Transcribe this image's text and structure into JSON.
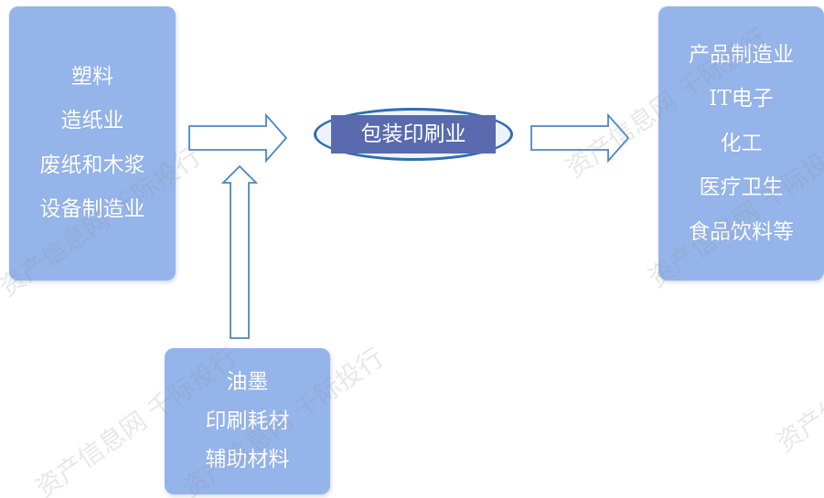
{
  "diagram": {
    "left_box": [
      "塑料",
      "造纸业",
      "废纸和木浆",
      "设备制造业"
    ],
    "center_label": "包装印刷业",
    "bottom_box": [
      "油墨",
      "印刷耗材",
      "辅助材料"
    ],
    "right_box": [
      "产品制造业",
      "IT电子",
      "化工",
      "医疗卫生",
      "食品饮料等"
    ]
  },
  "watermark": {
    "text": "资产信息网 千际投行"
  },
  "colors": {
    "box_fill": "#94b4ea",
    "center_fill": "#5a6aae",
    "ellipse_stroke": "#2e6db3",
    "arrow_stroke": "#4a86c8"
  }
}
